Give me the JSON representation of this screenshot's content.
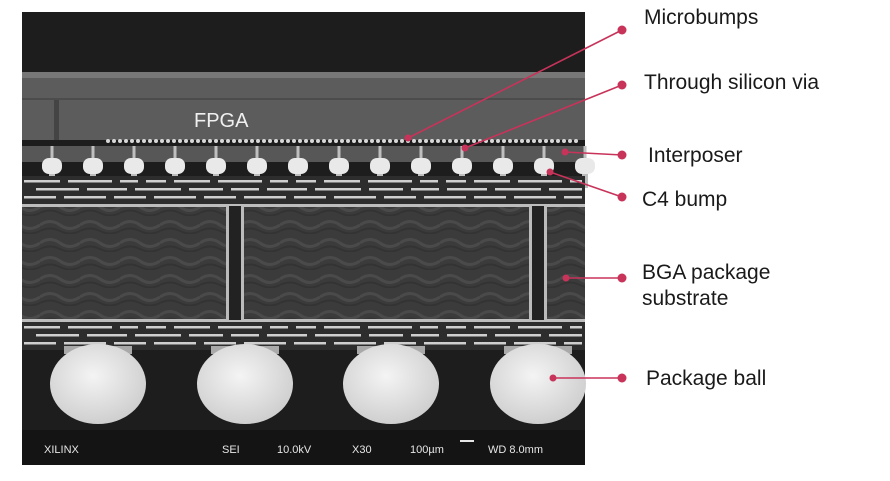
{
  "figure": {
    "fpga_label": "FPGA",
    "callouts": [
      {
        "id": "microbumps",
        "text": "Microbumps"
      },
      {
        "id": "tsv",
        "text": "Through silicon via"
      },
      {
        "id": "interposer",
        "text": "Interposer"
      },
      {
        "id": "c4",
        "text": "C4 bump"
      },
      {
        "id": "bga",
        "text": "BGA package substrate"
      },
      {
        "id": "ball",
        "text": "Package ball"
      }
    ],
    "sem_bar": {
      "brand": "XILINX",
      "mode": "SEI",
      "voltage": "10.0kV",
      "magnification": "X30",
      "scale": "100µm",
      "wd": "WD 8.0mm"
    },
    "colors": {
      "leader": "#c8335a",
      "sem_dark": "#202020",
      "label_text": "#1a1a1a"
    }
  }
}
